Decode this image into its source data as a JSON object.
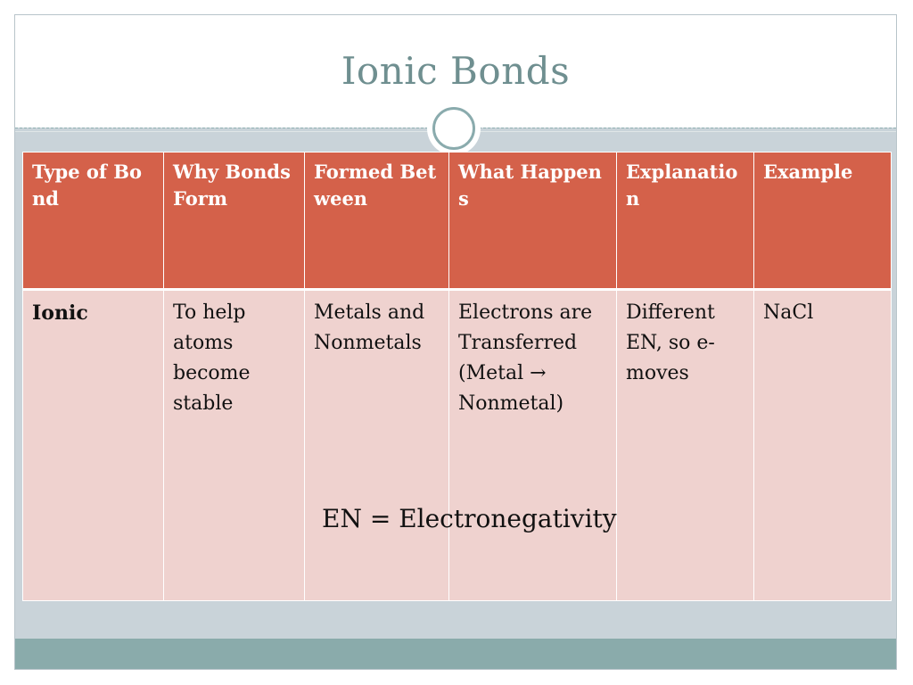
{
  "slide": {
    "title": "Ionic Bonds",
    "note": "EN = Electronegativity"
  },
  "table": {
    "headers": [
      "Type of Bond",
      "Why Bonds Form",
      "Formed Between",
      "What Happens",
      "Explanation",
      "Example"
    ],
    "rows": [
      {
        "type": "Ionic",
        "why": "To help atoms become stable",
        "between": "Metals and Nonmetals",
        "happens": "Electrons are Transferred (Metal → Nonmetal)",
        "explanation": "Different EN, so e- moves",
        "example": "NaCl"
      }
    ]
  },
  "colors": {
    "title": "#6f8f90",
    "header_bg": "#d4614a",
    "cell_bg": "#efd2cf",
    "slide_bg": "#c9d3d9",
    "bottom_bar": "#8aabab"
  },
  "icons": {
    "divider_ornament": "circle-ring-icon"
  }
}
